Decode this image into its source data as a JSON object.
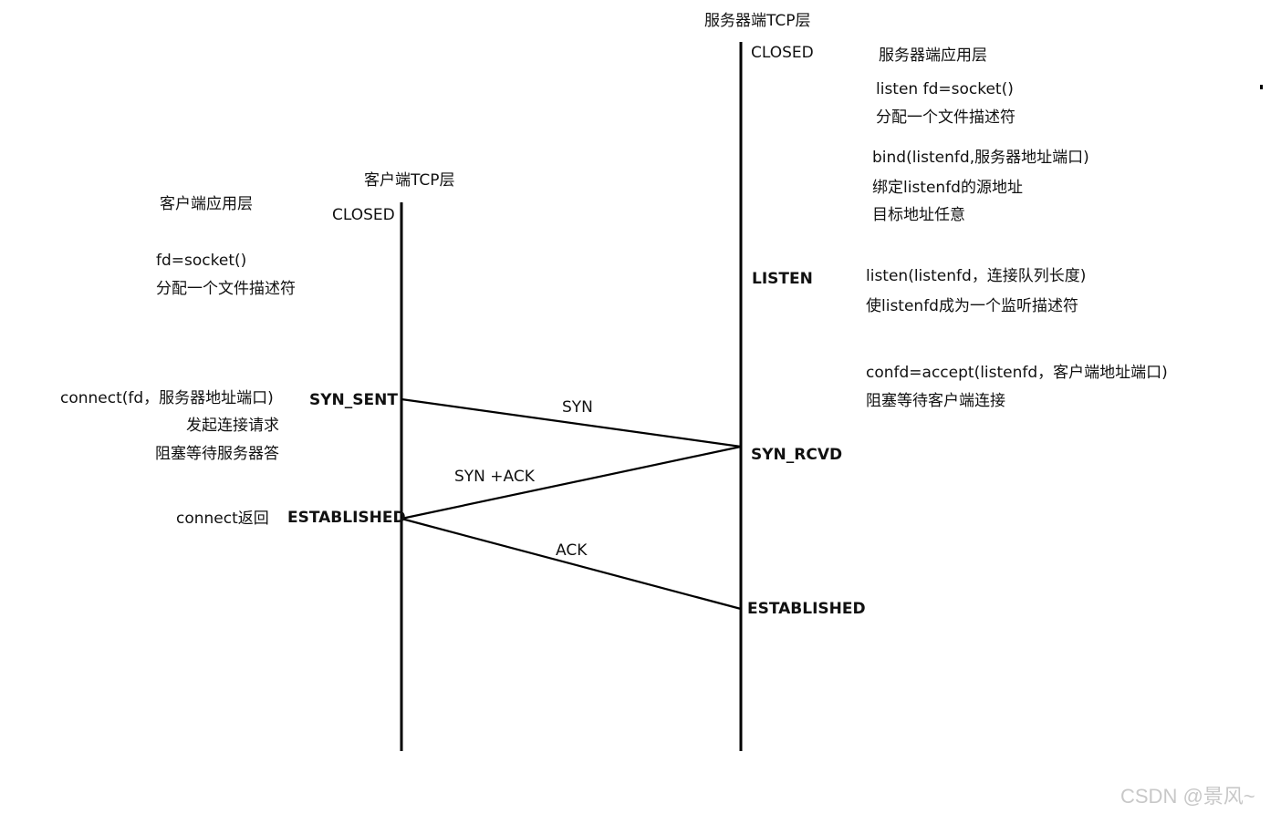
{
  "server": {
    "tcp_layer": "服务器端TCP层",
    "app_layer": "服务器端应用层",
    "states": {
      "closed": "CLOSED",
      "listen": "LISTEN",
      "syn_rcvd": "SYN_RCVD",
      "established": "ESTABLISHED"
    },
    "notes": {
      "socket_call": "listen fd=socket()",
      "socket_desc": "分配一个文件描述符",
      "bind_call": "bind(listenfd,服务器地址端口)",
      "bind_desc1": "绑定listenfd的源地址",
      "bind_desc2": "目标地址任意",
      "listen_call": "listen(listenfd，连接队列长度)",
      "listen_desc": "使listenfd成为一个监听描述符",
      "accept_call": "confd=accept(listenfd，客户端地址端口)",
      "accept_desc": "阻塞等待客户端连接"
    }
  },
  "client": {
    "tcp_layer": "客户端TCP层",
    "app_layer": "客户端应用层",
    "states": {
      "closed": "CLOSED",
      "syn_sent": "SYN_SENT",
      "established": "ESTABLISHED"
    },
    "notes": {
      "socket_call": "fd=socket()",
      "socket_desc": "分配一个文件描述符",
      "connect_call": "connect(fd，服务器地址端口)",
      "connect_desc1": "发起连接请求",
      "connect_desc2": "阻塞等待服务器答",
      "connect_return": "connect返回"
    }
  },
  "messages": {
    "syn": "SYN",
    "syn_ack": "SYN +ACK",
    "ack": "ACK"
  },
  "watermark": "CSDN @景风~",
  "colors": {
    "line": "#000000",
    "text": "#111111",
    "watermark": "#c8c8c8"
  }
}
